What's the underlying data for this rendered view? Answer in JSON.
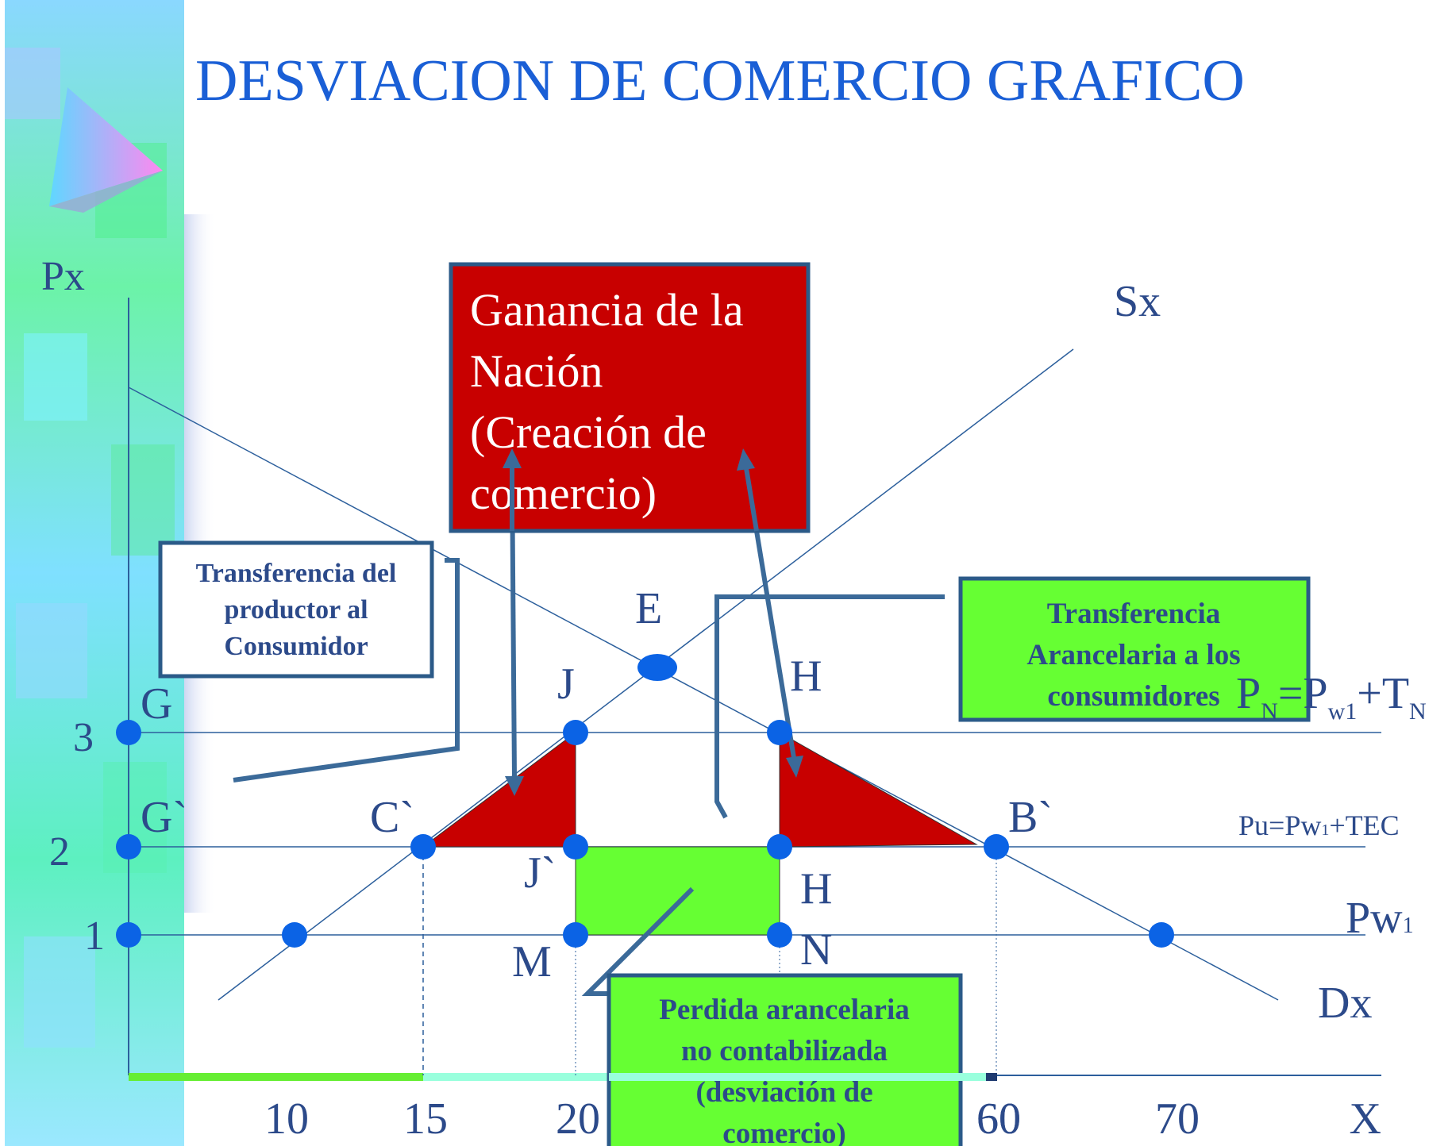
{
  "title": "DESVIACION DE COMERCIO GRAFICO",
  "axes": {
    "y_label": "Px",
    "x_label": "X",
    "y_ticks": [
      "1",
      "2",
      "3"
    ],
    "x_ticks": [
      "10",
      "15",
      "20",
      "60",
      "70"
    ]
  },
  "curves": {
    "supply": "Sx",
    "demand": "Dx"
  },
  "price_lines": {
    "pw1_label": "Pw",
    "pw1_sub": "1",
    "pu_label_a": "Pu=Pw",
    "pu_sub": "1",
    "pu_label_b": "+TEC",
    "pn_a": "P",
    "pn_sub_a": "N",
    "pn_b": "=P",
    "pn_sub_b": "w1",
    "pn_c": "+T",
    "pn_sub_c": "N"
  },
  "points": {
    "E": "E",
    "J": "J",
    "H_top": "H",
    "G": "G",
    "G_prime": "G`",
    "C_prime": "C`",
    "B_prime": "B`",
    "J_prime": "J`",
    "H_mid": "H",
    "M": "M",
    "N": "N"
  },
  "boxes": {
    "gain_lines": [
      "Ganancia de la",
      "Nación",
      "(Creación de",
      "comercio)"
    ],
    "producer_lines": [
      "Transferencia del",
      "productor al",
      "Consumidor"
    ],
    "tariff_lines": [
      "Transferencia",
      "Arancelaria a los",
      "consumidores"
    ],
    "loss_lines": [
      "Perdida arancelaria",
      "no contabilizada",
      "(desviación de",
      "comercio)"
    ]
  },
  "colors": {
    "title": "#1a5fd6",
    "label": "#2c4a8a",
    "red_fill": "#c80000",
    "green_fill": "#66ff33",
    "dot": "#0b63e5",
    "box_border": "#2b5a88"
  }
}
